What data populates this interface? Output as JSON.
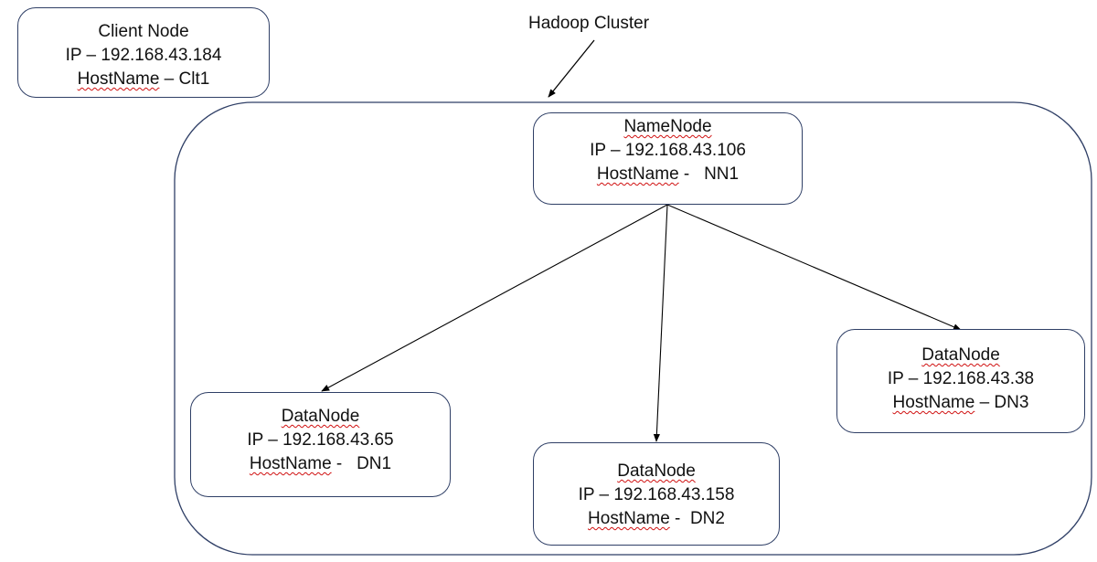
{
  "cluster": {
    "label": "Hadoop Cluster"
  },
  "client": {
    "title": "Client Node",
    "ip": "IP – 192.168.43.184",
    "hostname_key": "HostName",
    "hostname_rest": " – Clt1"
  },
  "namenode": {
    "title": "NameNode",
    "ip": "IP – 192.168.43.106",
    "hostname_key": "HostName",
    "hostname_rest": " -   NN1"
  },
  "datanodes": [
    {
      "title": "DataNode",
      "ip": "IP – 192.168.43.65",
      "hostname_key": "HostName",
      "hostname_rest": " -   DN1"
    },
    {
      "title": "DataNode",
      "ip": "IP – 192.168.43.158",
      "hostname_key": "HostName",
      "hostname_rest": " -  DN2"
    },
    {
      "title": "DataNode",
      "ip": "IP – 192.168.43.38",
      "hostname_key": "HostName",
      "hostname_rest": " – DN3"
    }
  ],
  "colors": {
    "border": "#2f3f66",
    "arrow": "#000000",
    "spellcheck_underline": "#d01010"
  }
}
